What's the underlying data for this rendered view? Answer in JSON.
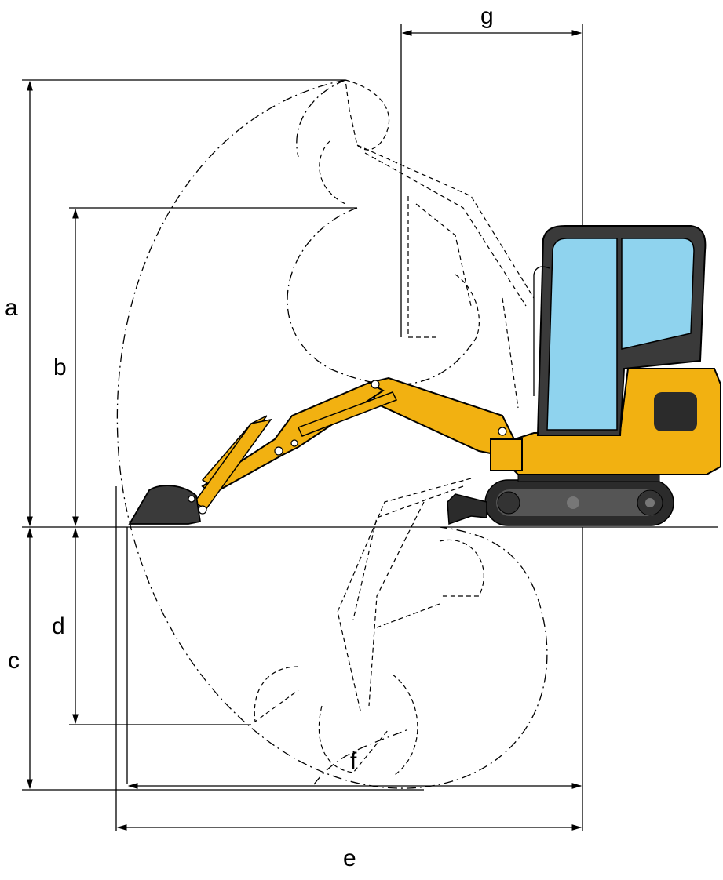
{
  "dimension_labels": {
    "a": "a",
    "b": "b",
    "c": "c",
    "d": "d",
    "e": "e",
    "f": "f",
    "g": "g"
  },
  "colors": {
    "machine_body": "#f2b111",
    "cab_glass": "#8fd3ee",
    "cab_frame": "#3a3a3a",
    "track": "#2b2b2b",
    "outline": "#000000"
  },
  "icon": "mini-excavator-working-range"
}
